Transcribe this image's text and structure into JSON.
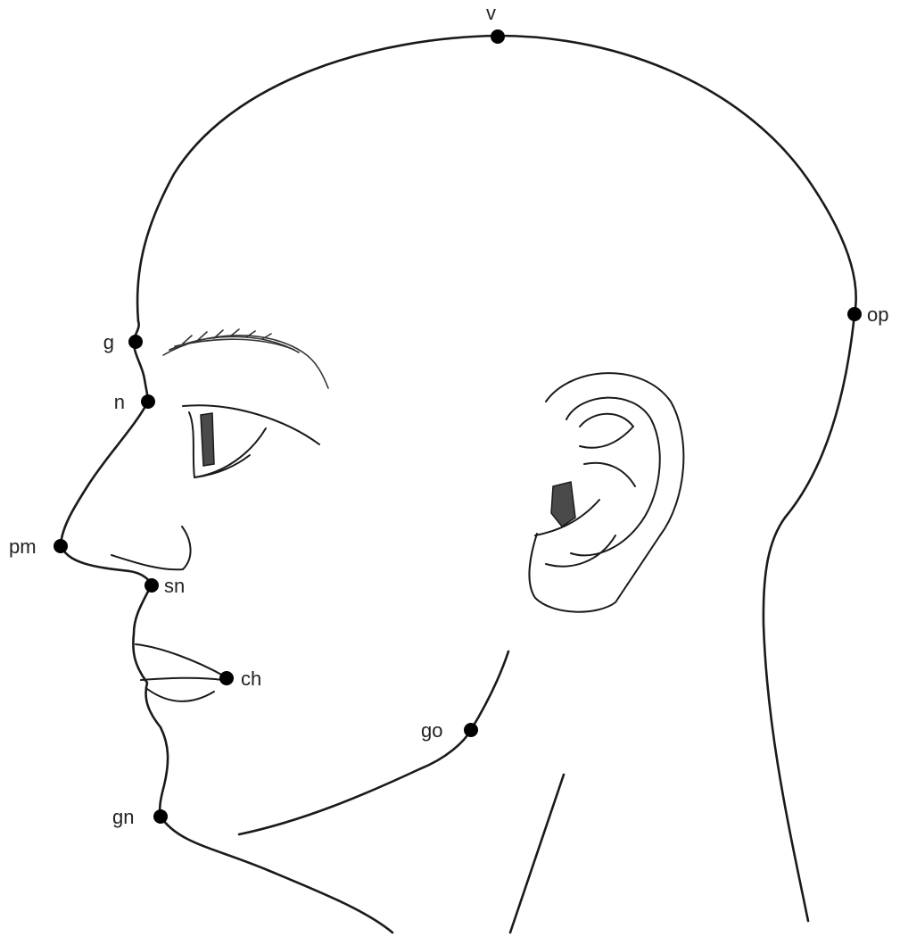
{
  "figure": {
    "landmarks": [
      {
        "id": "v",
        "label": "v"
      },
      {
        "id": "op",
        "label": "op"
      },
      {
        "id": "g",
        "label": "g"
      },
      {
        "id": "n",
        "label": "n"
      },
      {
        "id": "pm",
        "label": "pm"
      },
      {
        "id": "sn",
        "label": "sn"
      },
      {
        "id": "ch",
        "label": "ch"
      },
      {
        "id": "go",
        "label": "go"
      },
      {
        "id": "gn",
        "label": "gn"
      }
    ]
  }
}
